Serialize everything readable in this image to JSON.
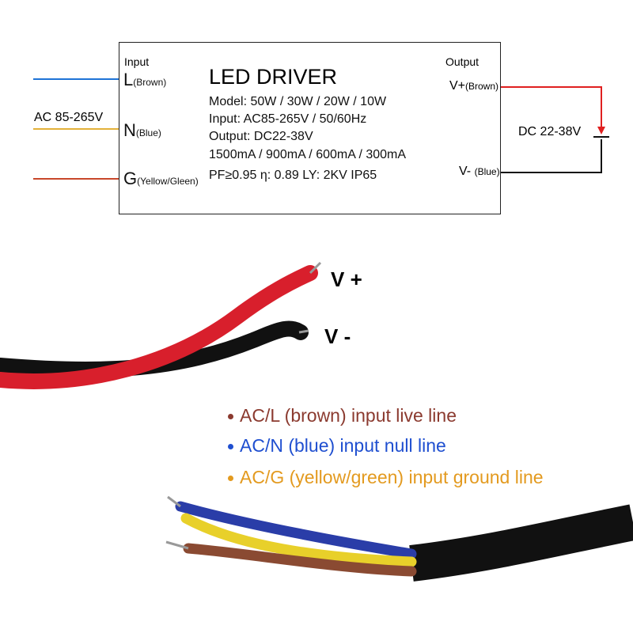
{
  "diagram": {
    "input_label": "Input",
    "output_label": "Output",
    "ac_range": "AC 85-265V",
    "dc_range": "DC 22-38V",
    "pins_in": [
      {
        "letter": "L",
        "desc": "(Brown)"
      },
      {
        "letter": "N",
        "desc": "(Blue)"
      },
      {
        "letter": "G",
        "desc": "(Yellow/Gleen)"
      }
    ],
    "pins_out": [
      {
        "label": "V+",
        "desc": "(Brown)"
      },
      {
        "label": "V-",
        "desc": "(Blue)"
      }
    ],
    "title": "LED DRIVER",
    "specs": [
      "Model: 50W / 30W / 20W / 10W",
      "Input: AC85-265V / 50/60Hz",
      "Output: DC22-38V",
      "1500mA / 900mA / 600mA / 300mA",
      "PF≥0.95  η: 0.89   LY: 2KV   IP65"
    ],
    "wire_colors": {
      "live": "#1e73d6",
      "neutral": "#e3b13a",
      "ground": "#c8472a",
      "positive": "#e02020",
      "negative": "#222222"
    }
  },
  "photo": {
    "vplus": "V +",
    "vminus": "V -",
    "legend": [
      {
        "text": "AC/L (brown) input live line",
        "color": "#8b3a2f"
      },
      {
        "text": "AC/N (blue) input null line",
        "color": "#1f4fd0"
      },
      {
        "text": "AC/G (yellow/green) input ground line",
        "color": "#e39a1f"
      }
    ]
  }
}
